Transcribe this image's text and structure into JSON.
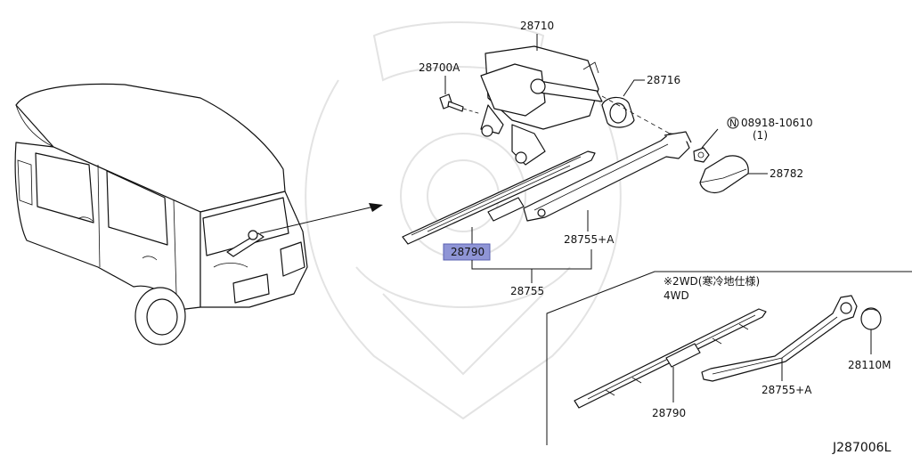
{
  "labels": {
    "motor": "28710",
    "bolt": "28700A",
    "cap": "28716",
    "nut_code": "08918-10610",
    "nut_qty": "(1)",
    "nut_symbol": "N",
    "arm_cover": "28782",
    "blade_highlight": "28790",
    "arm": "28755+A",
    "assembly": "28755",
    "variant_2wd": "※2WD(寒冷地仕様)",
    "variant_4wd": "4WD",
    "inset_cap": "28110M",
    "inset_arm": "28755+A",
    "inset_blade": "28790",
    "diagram_id": "J287006L"
  },
  "colors": {
    "highlight": "#8f95d6",
    "line": "#111111",
    "watermark": "#cccccc"
  }
}
